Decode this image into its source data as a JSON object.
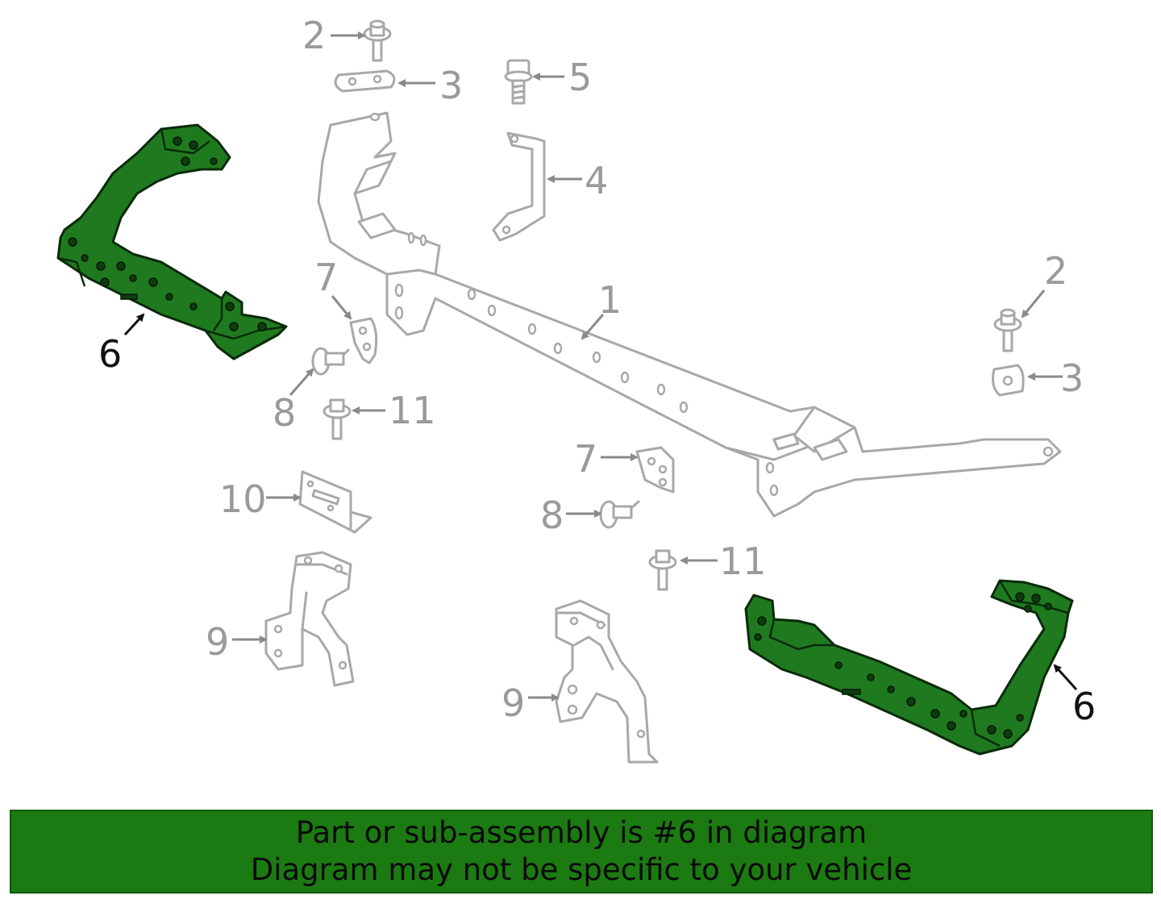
{
  "diagram": {
    "callouts": {
      "c1": "1",
      "c2a": "2",
      "c2b": "2",
      "c3a": "3",
      "c3b": "3",
      "c4": "4",
      "c5": "5",
      "c6a": "6",
      "c6b": "6",
      "c7a": "7",
      "c7b": "7",
      "c8a": "8",
      "c8b": "8",
      "c9a": "9",
      "c9b": "9",
      "c10": "10",
      "c11a": "11",
      "c11b": "11"
    },
    "highlight_color": "#1f7a1f",
    "line_color": "#a8a8a8"
  },
  "banner": {
    "line1": "Part or sub-assembly is #6 in diagram",
    "line2": "Diagram may not be specific to your vehicle",
    "background": "#1c7a12"
  }
}
